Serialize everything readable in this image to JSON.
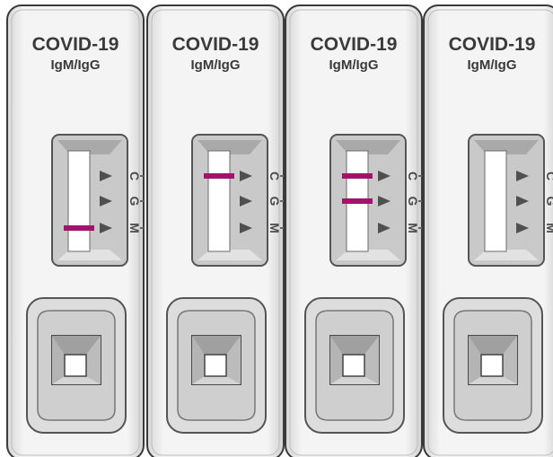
{
  "cassettes": [
    {
      "title": "COVID-19",
      "subtitle": "IgM/IgG",
      "markers": [
        "C",
        "G",
        "M"
      ],
      "band_lines": [
        "M"
      ],
      "band_color": "#a3136b"
    },
    {
      "title": "COVID-19",
      "subtitle": "IgM/IgG",
      "markers": [
        "C",
        "G",
        "M"
      ],
      "band_lines": [
        "C"
      ],
      "band_color": "#a3136b"
    },
    {
      "title": "COVID-19",
      "subtitle": "IgM/IgG",
      "markers": [
        "C",
        "G",
        "M"
      ],
      "band_lines": [
        "C",
        "G"
      ],
      "band_color": "#a3136b"
    },
    {
      "title": "COVID-19",
      "subtitle": "IgM/IgG",
      "markers": [
        "C",
        "G",
        "M"
      ],
      "band_lines": [],
      "band_color": "#a3136b"
    }
  ]
}
